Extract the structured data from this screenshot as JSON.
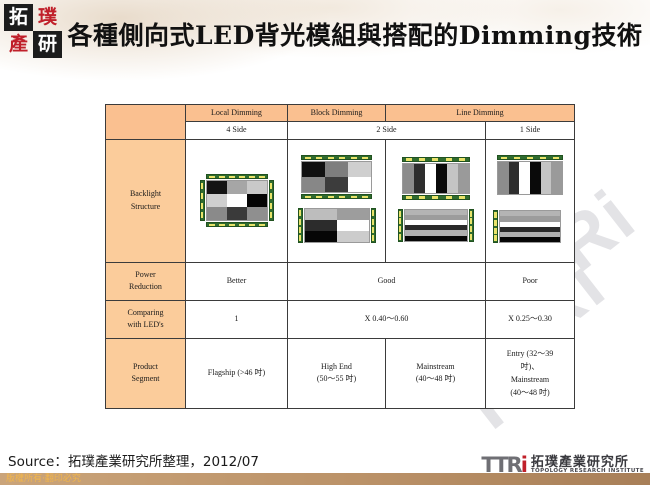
{
  "logo": {
    "characters": [
      "拓",
      "璞",
      "產",
      "研"
    ],
    "name": "tuopu-chanyan-logo"
  },
  "title": "各種側向式LED背光模組與搭配的Dimming技術",
  "table": {
    "corner_label": "",
    "dimming_headers": [
      {
        "label": "Local Dimming",
        "span": 1
      },
      {
        "label": "Block Dimming",
        "span": 1
      },
      {
        "label": "Line Dimming",
        "span": 2
      }
    ],
    "side_headers": [
      {
        "label": "4 Side",
        "span": 1
      },
      {
        "label": "2 Side",
        "span": 2
      },
      {
        "label": "1 Side",
        "span": 1
      }
    ],
    "rows": [
      {
        "label_line1": "Backlight",
        "label_line2": "Structure",
        "type": "structure"
      },
      {
        "label_line1": "Power",
        "label_line2": "Reduction",
        "type": "text",
        "cells": [
          {
            "text": "Better",
            "span": 1
          },
          {
            "text": "Good",
            "span": 2
          },
          {
            "text": "Poor",
            "span": 1
          }
        ]
      },
      {
        "label_line1": "Comparing",
        "label_line2": "with LED's",
        "type": "text",
        "cells": [
          {
            "text": "1",
            "span": 1
          },
          {
            "text": "X 0.40～0.60",
            "span": 2
          },
          {
            "text": "X 0.25～0.30",
            "span": 1
          }
        ]
      },
      {
        "label_line1": "Product",
        "label_line2": "Segment",
        "type": "multiline",
        "cells": [
          {
            "lines": [
              "Flagship (>46 吋)"
            ],
            "span": 1
          },
          {
            "lines": [
              "High End",
              "(50～55 吋)"
            ],
            "span": 1
          },
          {
            "lines": [
              "Mainstream",
              "(40～48 吋)"
            ],
            "span": 1
          },
          {
            "lines": [
              "Entry (32～39",
              "吋)、",
              "Mainstream",
              "(40～48 吋)"
            ],
            "span": 1
          }
        ]
      }
    ]
  },
  "structures": {
    "local_4side": {
      "name": "4-side edge-lit backlight, 3x3 block grid",
      "grid": [
        [
          "#141414",
          "#a6a6a6",
          "#c9c9c9"
        ],
        [
          "#cfcfcf",
          "#ffffff",
          "#050505"
        ],
        [
          "#8a8a8a",
          "#3a3a3a",
          "#8f8f8f"
        ]
      ],
      "bars": [
        "top",
        "bottom",
        "left",
        "right"
      ]
    },
    "block_topbottom": {
      "name": "2-side top/bottom edge-lit, 2x3 block grid",
      "grid": [
        [
          "#111111",
          "#7e7e7e",
          "#cfcfcf"
        ],
        [
          "#878787",
          "#3c3c3c",
          "#ffffff"
        ]
      ],
      "bars": [
        "top",
        "bottom"
      ]
    },
    "block_leftright": {
      "name": "2-side left/right edge-lit, 3x2 block grid",
      "grid": [
        [
          "#bdbdbd",
          "#9d9d9d"
        ],
        [
          "#2c2c2c",
          "#ffffff"
        ],
        [
          "#060606",
          "#cccccc"
        ]
      ],
      "bars": [
        "left",
        "right"
      ]
    },
    "line_vertical_2side": {
      "name": "2-side top/bottom edge-lit, vertical line dimming",
      "stripes": [
        "#8c8c8c",
        "#2e2e2e",
        "#ffffff",
        "#0a0a0a",
        "#c4c4c4",
        "#9a9a9a"
      ],
      "bars": [
        "top",
        "bottom"
      ]
    },
    "line_horizontal_2side": {
      "name": "2-side left/right edge-lit, horizontal line dimming",
      "stripes": [
        "#b4b4b4",
        "#9c9c9c",
        "#ffffff",
        "#2a2a2a",
        "#b0b0b0",
        "#070707"
      ],
      "bars": [
        "left",
        "right"
      ]
    },
    "line_vertical_1side": {
      "name": "1-side top edge-lit, vertical line dimming",
      "stripes": [
        "#8c8c8c",
        "#2e2e2e",
        "#ffffff",
        "#0a0a0a",
        "#c4c4c4",
        "#9a9a9a"
      ],
      "bars": [
        "top"
      ]
    },
    "line_horizontal_1side": {
      "name": "1-side left edge-lit, horizontal line dimming",
      "stripes": [
        "#b4b4b4",
        "#9c9c9c",
        "#ffffff",
        "#2a2a2a",
        "#b0b0b0",
        "#070707"
      ],
      "bars": [
        "left"
      ]
    }
  },
  "footer": {
    "source": "Source：拓璞產業研究所整理，2012/07",
    "copyright": "版權所有‧翻印必究",
    "logo_mark": "TTRi",
    "logo_cn": "拓璞產業研究所",
    "logo_en": "TOPOLOGY RESEARCH INSTITUTE"
  },
  "watermark": {
    "text": "TRi"
  },
  "colors": {
    "header_fill": "#fac090",
    "row_label_fill": "#fbcc9b",
    "border": "#3b3b3b",
    "led_green": "#2f6b2f",
    "led_yellow": "#e9e36a",
    "accent_red": "#c0202a",
    "footer_bar": "#bb9268"
  }
}
